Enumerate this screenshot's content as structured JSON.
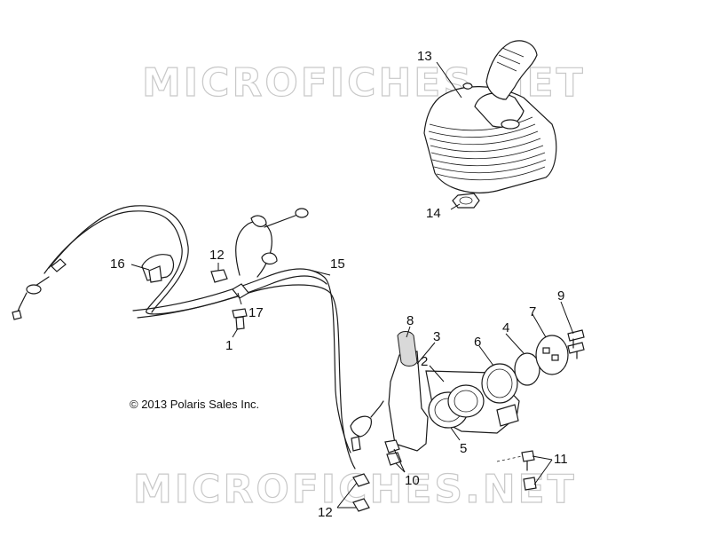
{
  "watermark": "MICROFICHES.NET",
  "copyright": "© 2013 Polaris Sales Inc.",
  "callouts": {
    "c1": "1",
    "c2": "2",
    "c3": "3",
    "c4": "4",
    "c5": "5",
    "c6": "6",
    "c7": "7",
    "c8": "8",
    "c9": "9",
    "c10": "10",
    "c11": "11",
    "c12a": "12",
    "c12b": "12",
    "c13": "13",
    "c14": "14",
    "c15": "15",
    "c16": "16",
    "c17": "17"
  }
}
